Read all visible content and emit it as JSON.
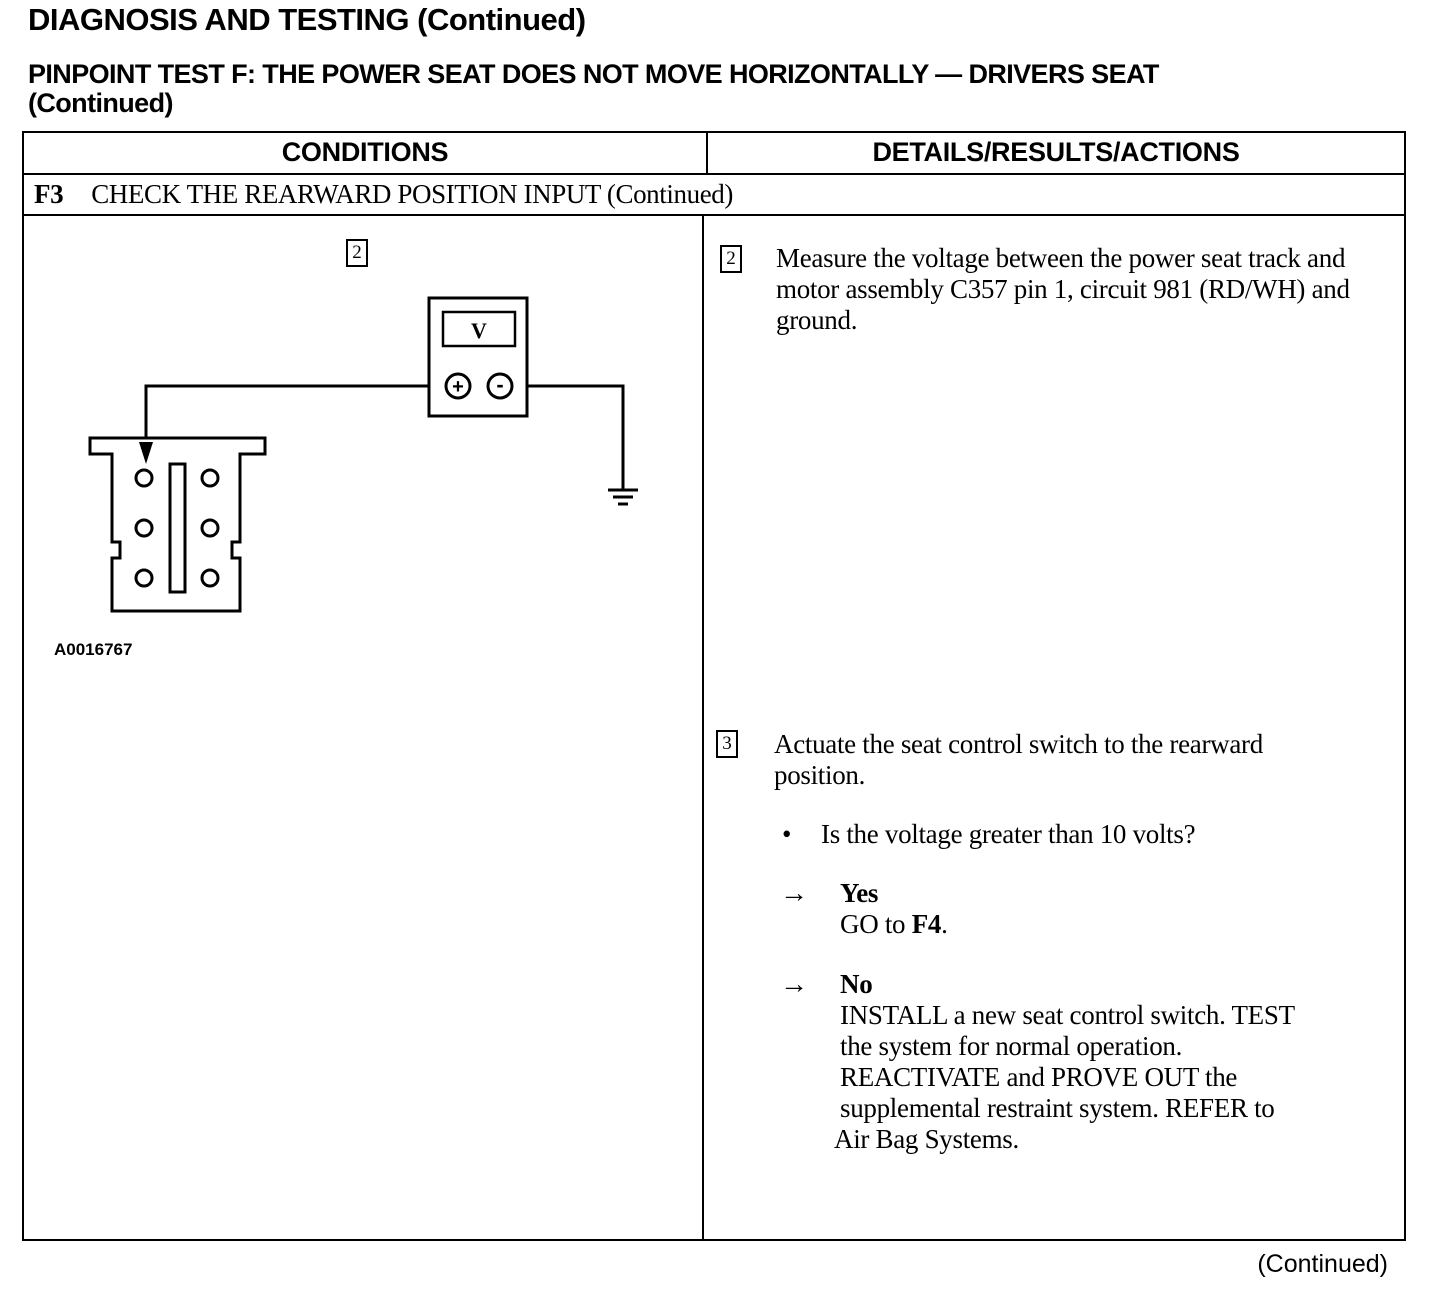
{
  "header": {
    "title": "DIAGNOSIS AND TESTING (Continued)",
    "test_title_line1": "PINPOINT TEST F:  THE POWER SEAT DOES NOT MOVE HORIZONTALLY — DRIVERS SEAT",
    "test_title_line2": "(Continued)"
  },
  "table": {
    "col_conditions": "CONDITIONS",
    "col_details": "DETAILS/RESULTS/ACTIONS",
    "step_id": "F3",
    "step_title": "CHECK THE REARWARD POSITION INPUT (Continued)"
  },
  "conditions": {
    "step_box": "2",
    "meter_symbol": "V",
    "meter_plus": "+",
    "meter_minus": "-",
    "figure_id": "A0016767"
  },
  "details": {
    "step2_box": "2",
    "step2_text": "Measure the voltage between the power seat track and motor assembly C357 pin 1, circuit 981 (RD/WH) and ground.",
    "step3_box": "3",
    "step3_text": "Actuate the seat control switch to the rearward position.",
    "bullet": "•",
    "question": "Is the voltage greater than 10 volts?",
    "arrow": "→",
    "yes_label": "Yes",
    "yes_action_prefix": "GO to ",
    "yes_action_target": "F4",
    "yes_action_suffix": ".",
    "no_label": "No",
    "no_action_line1": "INSTALL a new seat control switch. TEST",
    "no_action_line2": "the system for normal operation.",
    "no_action_line3": "REACTIVATE  and  PROVE OUT the",
    "no_action_line4": "supplemental restraint system. REFER to",
    "no_action_line5": "Air Bag Systems."
  },
  "footer": {
    "continued": "(Continued)"
  }
}
